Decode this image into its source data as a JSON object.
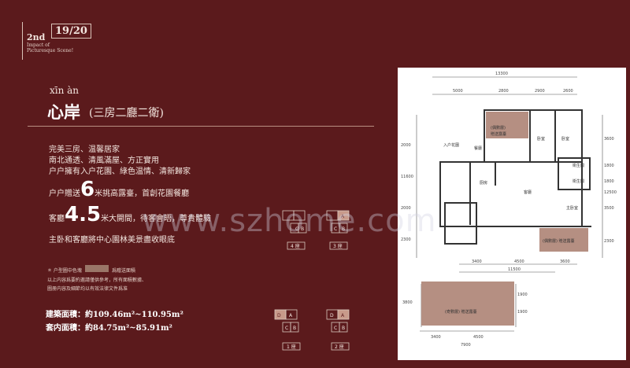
{
  "brand": {
    "edition": "2nd",
    "page": "19/20",
    "tagline_1": "Impact of",
    "tagline_2": "Picturesque Scene!"
  },
  "heading": {
    "pinyin": "xīn àn",
    "name": "心岸",
    "subtitle": "(三房二廳二衛)"
  },
  "features": {
    "line1": "完美三房、温馨居家",
    "line2": "南北通透、清風滿屋、方正實用",
    "line3": "户户擁有入户花園、綠色温情、清新歸家",
    "gift_prefix": "户户贈送",
    "gift_number": "6",
    "gift_suffix": "米挑高露臺，首創花園餐廳",
    "hall_prefix": "客廳",
    "hall_number": "4.5",
    "hall_suffix": "米大開間，待客會晤，尊貴體驗",
    "line6": "主卧和客廳將中心園林美景盡收眼底"
  },
  "notes": {
    "legend_prefix": "＊ 户型圖中色塊",
    "legend_suffix": "爲贈送面積",
    "line2": "以上内容爲要約邀請僅供參考，所有面積數據、",
    "line3": "圖册内容及細節均以有效法律文件爲准"
  },
  "areas": {
    "build_label": "建築面積：約109.46m²~110.95m²",
    "inner_label": "套内面積：約84.75m²~85.91m²"
  },
  "watermark": "www.szhome.com",
  "key_plans": {
    "top_left": "4 座",
    "top_right": "3 座",
    "bottom_left": "1 座",
    "bottom_right": "2 座"
  },
  "plan": {
    "dims_top": [
      "13300",
      "5000",
      "2800",
      "2900",
      "2600"
    ],
    "dims_bottom": [
      "3400",
      "4500",
      "3600",
      "11500"
    ],
    "dims_left": [
      "2000",
      "11600",
      "2000",
      "2300"
    ],
    "dims_right": [
      "3600",
      "1800",
      "1800",
      "3500",
      "2300",
      "12500"
    ],
    "dims_lower": [
      "3800",
      "3400",
      "4500",
      "7900",
      "1900",
      "1900"
    ],
    "rooms": {
      "terrace1": "(偶數層)",
      "terrace1b": "贈送露臺",
      "bedroom1": "卧室",
      "bedroom2": "卧室",
      "dining": "餐廳",
      "garden": "入户花園",
      "kitchen": "厨房",
      "living": "客廳",
      "bath1": "衛生間",
      "bath2": "衛生間",
      "master": "主卧室",
      "terrace2": "(偶數層) 贈送露臺",
      "terrace3": "(奇數層) 贈送露臺"
    }
  }
}
